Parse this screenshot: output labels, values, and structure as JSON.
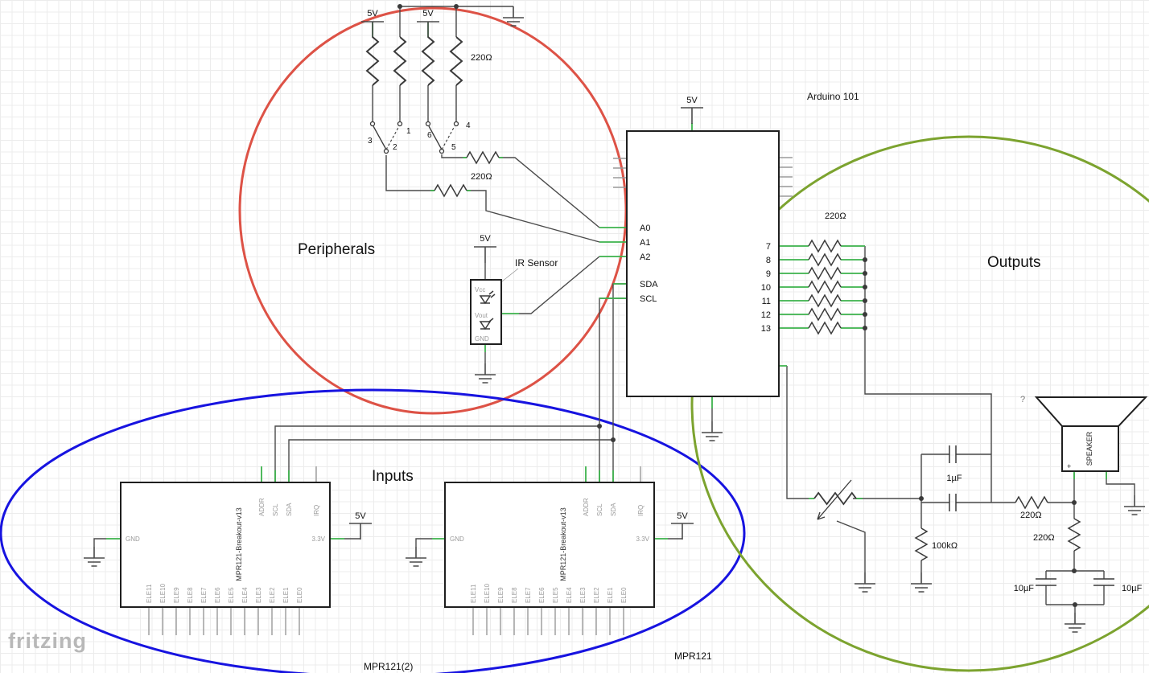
{
  "watermark": "fritzing",
  "power_label": "5V",
  "regions": {
    "peripherals": "Peripherals",
    "inputs": "Inputs",
    "outputs": "Outputs"
  },
  "colors": {
    "peripherals": "#dd5246",
    "inputs": "#1713e0",
    "outputs": "#7ca32f"
  },
  "peripherals": {
    "pullup_value": "220Ω",
    "series_value": "220Ω",
    "switch_pins": [
      "1",
      "2",
      "3",
      "4",
      "5",
      "6"
    ],
    "ir_sensor": {
      "title": "IR Sensor",
      "vcc": "Vcc",
      "vout": "Vout",
      "gnd": "GND"
    }
  },
  "arduino": {
    "title": "Arduino 101",
    "analog": [
      "A0",
      "A1",
      "A2"
    ],
    "i2c": [
      "SDA",
      "SCL"
    ],
    "digital": [
      "7",
      "8",
      "9",
      "10",
      "11",
      "12",
      "13"
    ]
  },
  "outputs": {
    "bank_value": "220Ω",
    "coupling_cap": "1µF",
    "pot_load": "100kΩ",
    "series1": "220Ω",
    "series2": "220Ω",
    "cap_left": "10µF",
    "cap_right": "10µF",
    "speaker": {
      "name": "SPEAKER",
      "plus": "+",
      "unknown": "?"
    }
  },
  "mpr121": {
    "board_name": "MPR121-Breakout-v13",
    "caption_board1": "MPR121(2)",
    "caption_board2": "MPR121",
    "top_pins": [
      "ADDR",
      "SCL",
      "SDA",
      "IRQ"
    ],
    "gnd_label": "GND",
    "v33_label": "3.3V",
    "ele_pins": [
      "ELE11",
      "ELE10",
      "ELE9",
      "ELE8",
      "ELE7",
      "ELE6",
      "ELE5",
      "ELE4",
      "ELE3",
      "ELE2",
      "ELE1",
      "ELE0"
    ]
  }
}
